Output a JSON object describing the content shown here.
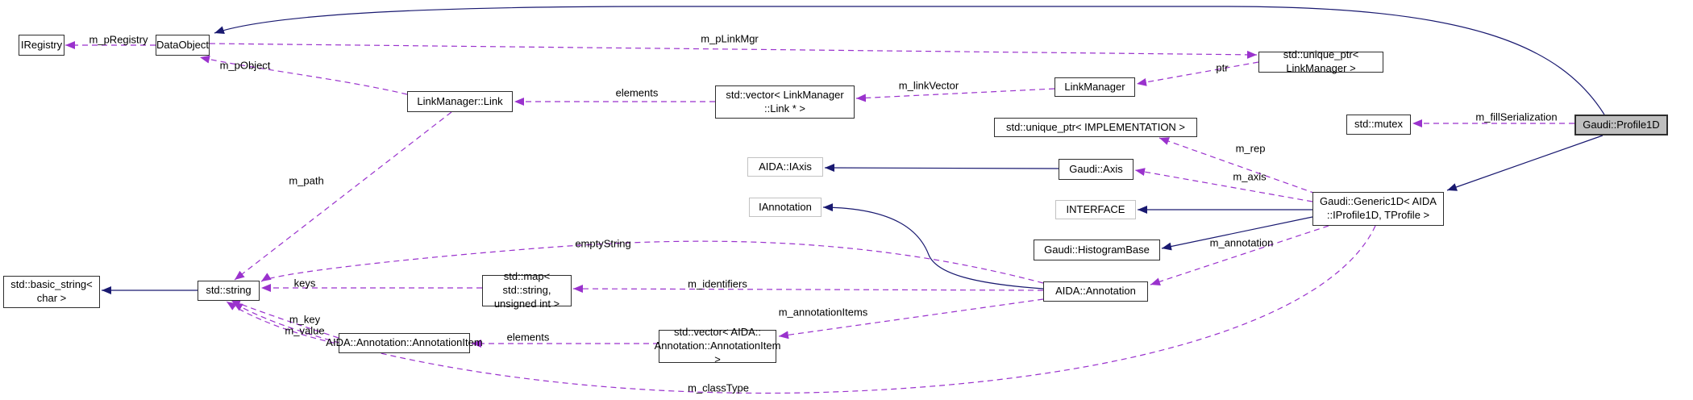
{
  "diagram": {
    "type": "class-collaboration-graph",
    "root_class": "Gaudi::Profile1D",
    "colors": {
      "background": "#ffffff",
      "inheritance_edge": "#191970",
      "usage_edge": "#9a32cd",
      "node_border": "#2e2e2e",
      "undocumented_node_border": "#c2c2c2",
      "root_node_fill": "#bfbfbf"
    },
    "nodes": [
      {
        "label": "IRegistry"
      },
      {
        "label": "DataObject"
      },
      {
        "label": "LinkManager::Link"
      },
      {
        "label": "std::vector< LinkManager\n::Link * >"
      },
      {
        "label": "LinkManager"
      },
      {
        "label": "std::unique_ptr< LinkManager >"
      },
      {
        "label": "std::mutex"
      },
      {
        "label": "Gaudi::Profile1D"
      },
      {
        "label": "std::unique_ptr< IMPLEMENTATION >"
      },
      {
        "label": "Gaudi::Axis"
      },
      {
        "label": "AIDA::IAxis"
      },
      {
        "label": "IAnnotation"
      },
      {
        "label": "INTERFACE"
      },
      {
        "label": "Gaudi::HistogramBase"
      },
      {
        "label": "Gaudi::Generic1D< AIDA\n::IProfile1D, TProfile >"
      },
      {
        "label": "AIDA::Annotation"
      },
      {
        "label": "std::basic_string<\nchar >"
      },
      {
        "label": "std::string"
      },
      {
        "label": "std::map< std::string,\nunsigned int >"
      },
      {
        "label": "AIDA::Annotation::AnnotationItem"
      },
      {
        "label": "std::vector< AIDA::\nAnnotation::AnnotationItem >"
      }
    ],
    "edges": [
      {
        "from": "DataObject",
        "to": "IRegistry",
        "label": "m_pRegistry",
        "type": "usage"
      },
      {
        "from": "DataObject",
        "to": "std::unique_ptr< LinkManager >",
        "label": "m_pLinkMgr",
        "type": "usage"
      },
      {
        "from": "LinkManager::Link",
        "to": "DataObject",
        "label": "m_pObject",
        "type": "usage"
      },
      {
        "from": "std::vector< LinkManager::Link * >",
        "to": "LinkManager::Link",
        "label": "elements",
        "type": "usage"
      },
      {
        "from": "LinkManager",
        "to": "std::vector< LinkManager::Link * >",
        "label": "m_linkVector",
        "type": "usage"
      },
      {
        "from": "std::unique_ptr< LinkManager >",
        "to": "LinkManager",
        "label": "ptr",
        "type": "usage"
      },
      {
        "from": "Gaudi::Profile1D",
        "to": "std::mutex",
        "label": "m_fillSerialization",
        "type": "usage"
      },
      {
        "from": "Gaudi::Generic1D< AIDA::IProfile1D, TProfile >",
        "to": "std::unique_ptr< IMPLEMENTATION >",
        "label": "m_rep",
        "type": "usage"
      },
      {
        "from": "Gaudi::Generic1D< AIDA::IProfile1D, TProfile >",
        "to": "Gaudi::Axis",
        "label": "m_axis",
        "type": "usage"
      },
      {
        "from": "Gaudi::Generic1D< AIDA::IProfile1D, TProfile >",
        "to": "AIDA::Annotation",
        "label": "m_annotation",
        "type": "usage"
      },
      {
        "from": "LinkManager::Link",
        "to": "std::string",
        "label": "m_path",
        "type": "usage"
      },
      {
        "from": "AIDA::Annotation",
        "to": "std::string",
        "label": "emptyString",
        "type": "usage"
      },
      {
        "from": "AIDA::Annotation",
        "to": "std::map< std::string, unsigned int >",
        "label": "m_identifiers",
        "type": "usage"
      },
      {
        "from": "AIDA::Annotation",
        "to": "std::vector< AIDA::Annotation::AnnotationItem >",
        "label": "m_annotationItems",
        "type": "usage"
      },
      {
        "from": "std::map< std::string, unsigned int >",
        "to": "std::string",
        "label": "keys",
        "type": "usage"
      },
      {
        "from": "AIDA::Annotation::AnnotationItem",
        "to": "std::string",
        "label": "m_key",
        "type": "usage"
      },
      {
        "from": "AIDA::Annotation::AnnotationItem",
        "to": "std::string",
        "label": "m_value",
        "type": "usage"
      },
      {
        "from": "std::vector< AIDA::Annotation::AnnotationItem >",
        "to": "AIDA::Annotation::AnnotationItem",
        "label": "elements",
        "type": "usage"
      },
      {
        "from": "Gaudi::Generic1D< AIDA::IProfile1D, TProfile >",
        "to": "std::string",
        "label": "m_classType",
        "type": "usage"
      },
      {
        "from": "Gaudi::Profile1D",
        "to": "DataObject",
        "label": "",
        "type": "inheritance"
      },
      {
        "from": "Gaudi::Profile1D",
        "to": "Gaudi::Generic1D< AIDA::IProfile1D, TProfile >",
        "label": "",
        "type": "inheritance"
      },
      {
        "from": "Gaudi::Generic1D< AIDA::IProfile1D, TProfile >",
        "to": "INTERFACE",
        "label": "",
        "type": "inheritance"
      },
      {
        "from": "Gaudi::Generic1D< AIDA::IProfile1D, TProfile >",
        "to": "Gaudi::HistogramBase",
        "label": "",
        "type": "inheritance"
      },
      {
        "from": "Gaudi::Axis",
        "to": "AIDA::IAxis",
        "label": "",
        "type": "inheritance"
      },
      {
        "from": "AIDA::Annotation",
        "to": "IAnnotation",
        "label": "",
        "type": "inheritance"
      },
      {
        "from": "std::string",
        "to": "std::basic_string< char >",
        "label": "",
        "type": "inheritance"
      }
    ]
  }
}
